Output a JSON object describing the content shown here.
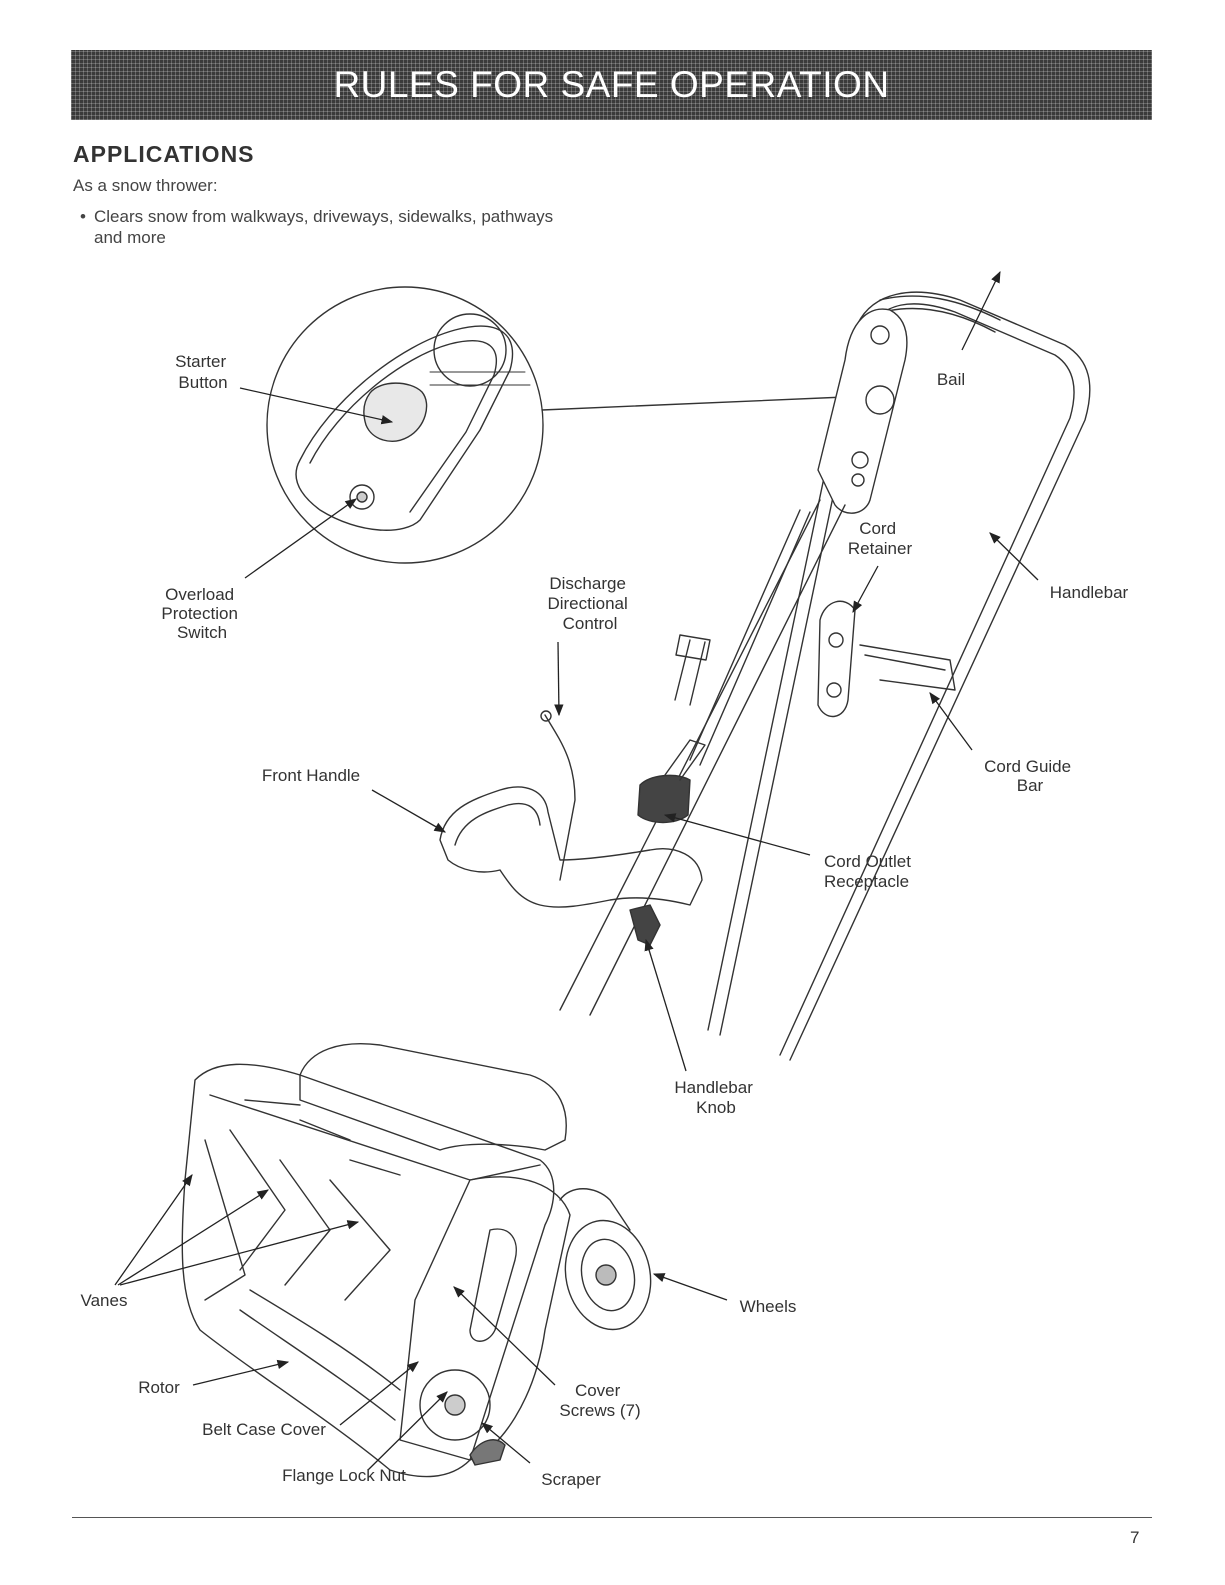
{
  "banner": {
    "title": "RULES FOR SAFE OPERATION"
  },
  "section": {
    "heading": "APPLICATIONS",
    "intro": "As a snow thrower:",
    "bullets": [
      "Clears snow from walkways, driveways, sidewalks, pathways and more"
    ]
  },
  "labels": {
    "starter_button": [
      "Starter",
      "Button"
    ],
    "overload_switch": [
      "Overload",
      "Protection",
      "Switch"
    ],
    "discharge_control": [
      "Discharge",
      "Directional",
      "Control"
    ],
    "bail": "Bail",
    "cord_retainer": [
      "Cord",
      "Retainer"
    ],
    "handlebar": "Handlebar",
    "cord_guide_bar": [
      "Cord Guide",
      "Bar"
    ],
    "front_handle": "Front Handle",
    "cord_outlet": [
      "Cord Outlet",
      "Receptacle"
    ],
    "handlebar_knob": [
      "Handlebar",
      "Knob"
    ],
    "vanes": "Vanes",
    "wheels": "Wheels",
    "rotor": "Rotor",
    "cover_screws": [
      "Cover",
      "Screws (7)"
    ],
    "belt_case_cover": "Belt Case Cover",
    "flange_lock_nut": "Flange Lock Nut",
    "scraper": "Scraper"
  },
  "footer": {
    "page_number": "7"
  }
}
